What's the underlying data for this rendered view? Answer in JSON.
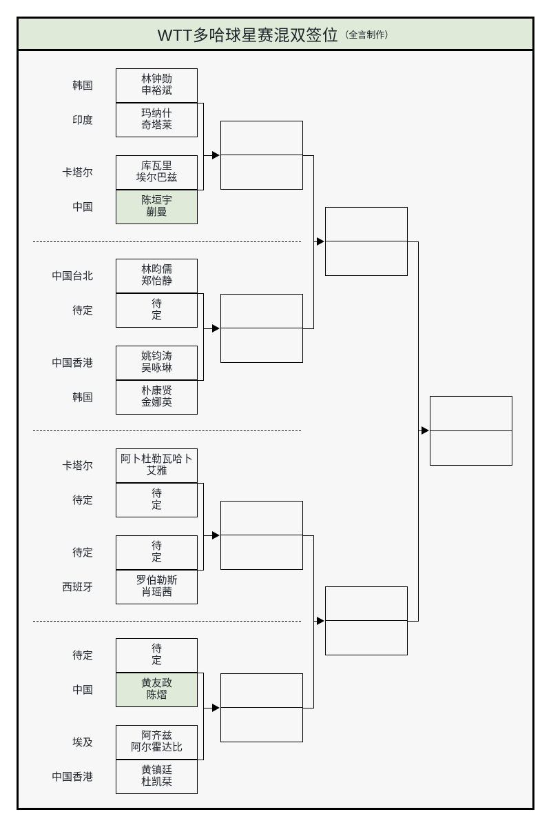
{
  "header": {
    "title": "WTT多哈球星赛混双签位",
    "subtitle": "（全言制作）"
  },
  "colors": {
    "accent": "#dfead8",
    "background": "#f7f7f7",
    "line": "#000000",
    "text": "#1d2129"
  },
  "bracket": {
    "quarters": [
      {
        "id": "q1",
        "teams": [
          {
            "country": "韩国",
            "p1": "林钟勋",
            "p2": "申裕斌",
            "highlight": false,
            "overflow": false
          },
          {
            "country": "印度",
            "p1": "玛纳什",
            "p2": "奇塔莱",
            "highlight": false,
            "overflow": false
          },
          {
            "country": "卡塔尔",
            "p1": "库瓦里",
            "p2": "埃尔巴兹",
            "highlight": false,
            "overflow": false
          },
          {
            "country": "中国",
            "p1": "陈垣宇",
            "p2": "蒯曼",
            "highlight": true,
            "overflow": false
          }
        ]
      },
      {
        "id": "q2",
        "teams": [
          {
            "country": "中国台北",
            "p1": "林昀儒",
            "p2": "郑怡静",
            "highlight": false,
            "overflow": false
          },
          {
            "country": "待定",
            "p1": "待",
            "p2": "定",
            "highlight": false,
            "overflow": false
          },
          {
            "country": "中国香港",
            "p1": "姚钧涛",
            "p2": "吴咏琳",
            "highlight": false,
            "overflow": false
          },
          {
            "country": "韩国",
            "p1": "朴康贤",
            "p2": "金娜英",
            "highlight": false,
            "overflow": false
          }
        ]
      },
      {
        "id": "q3",
        "teams": [
          {
            "country": "卡塔尔",
            "p1": "阿卜杜勒瓦哈卜",
            "p2": "艾雅",
            "highlight": false,
            "overflow": true
          },
          {
            "country": "待定",
            "p1": "待",
            "p2": "定",
            "highlight": false,
            "overflow": false
          },
          {
            "country": "待定",
            "p1": "待",
            "p2": "定",
            "highlight": false,
            "overflow": false
          },
          {
            "country": "西班牙",
            "p1": "罗伯勒斯",
            "p2": "肖瑶茜",
            "highlight": false,
            "overflow": false
          }
        ]
      },
      {
        "id": "q4",
        "teams": [
          {
            "country": "待定",
            "p1": "待",
            "p2": "定",
            "highlight": false,
            "overflow": false
          },
          {
            "country": "中国",
            "p1": "黄友政",
            "p2": "陈熠",
            "highlight": true,
            "overflow": false
          },
          {
            "country": "埃及",
            "p1": "阿齐兹",
            "p2": "阿尔霍达比",
            "highlight": false,
            "overflow": false
          },
          {
            "country": "中国香港",
            "p1": "黄镇廷",
            "p2": "杜凯栞",
            "highlight": false,
            "overflow": false
          }
        ]
      }
    ],
    "round2": [
      {
        "id": "r2-1",
        "top": "",
        "bottom": ""
      },
      {
        "id": "r2-2",
        "top": "",
        "bottom": ""
      },
      {
        "id": "r2-3",
        "top": "",
        "bottom": ""
      },
      {
        "id": "r2-4",
        "top": "",
        "bottom": ""
      }
    ],
    "semifinals": [
      {
        "id": "sf-1",
        "top": "",
        "bottom": ""
      },
      {
        "id": "sf-2",
        "top": "",
        "bottom": ""
      }
    ],
    "final": {
      "id": "final",
      "top": "",
      "bottom": ""
    }
  }
}
